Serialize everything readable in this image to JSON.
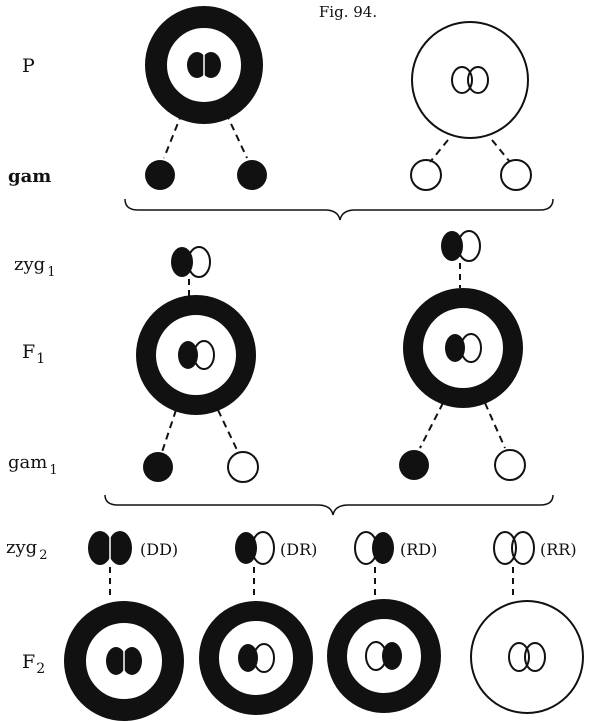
{
  "figure": {
    "title": "Fig. 94.",
    "rows": {
      "p": "P",
      "gam": "gam",
      "zyg1_base": "zyg",
      "zyg1_sub": "1",
      "f1_base": "F",
      "f1_sub": "1",
      "gam1_base": "gam",
      "gam1_sub": "1",
      "zyg2_base": "zyg",
      "zyg2_sub": "2",
      "f2_base": "F",
      "f2_sub": "2"
    },
    "zyg2_labels": [
      "(DD)",
      "(DR)",
      "(RD)",
      "(RR)"
    ],
    "colors": {
      "ink": "#111111",
      "paper": "#ffffff"
    }
  }
}
